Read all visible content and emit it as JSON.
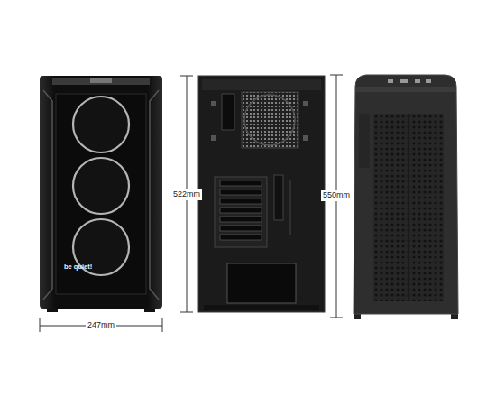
{
  "diagram": {
    "labels": [
      "be quiet!",
      "247mm",
      "522mm",
      "550mm"
    ]
  }
}
